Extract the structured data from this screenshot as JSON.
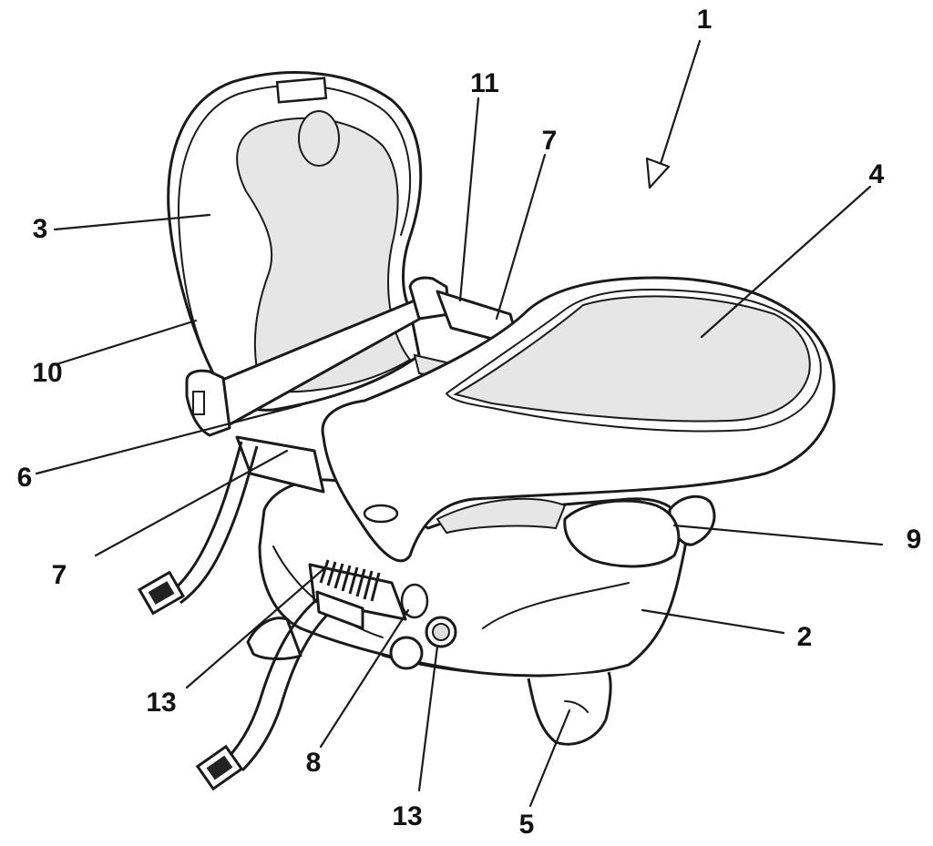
{
  "figure": {
    "labels": [
      {
        "id": "ref-1",
        "text": "1"
      },
      {
        "id": "ref-11",
        "text": "11"
      },
      {
        "id": "ref-7-top",
        "text": "7"
      },
      {
        "id": "ref-4",
        "text": "4"
      },
      {
        "id": "ref-3",
        "text": "3"
      },
      {
        "id": "ref-10",
        "text": "10"
      },
      {
        "id": "ref-6",
        "text": "6"
      },
      {
        "id": "ref-7-left",
        "text": "7"
      },
      {
        "id": "ref-9",
        "text": "9"
      },
      {
        "id": "ref-2",
        "text": "2"
      },
      {
        "id": "ref-13-left",
        "text": "13"
      },
      {
        "id": "ref-8",
        "text": "8"
      },
      {
        "id": "ref-13-bottom",
        "text": "13"
      },
      {
        "id": "ref-5",
        "text": "5"
      }
    ]
  }
}
